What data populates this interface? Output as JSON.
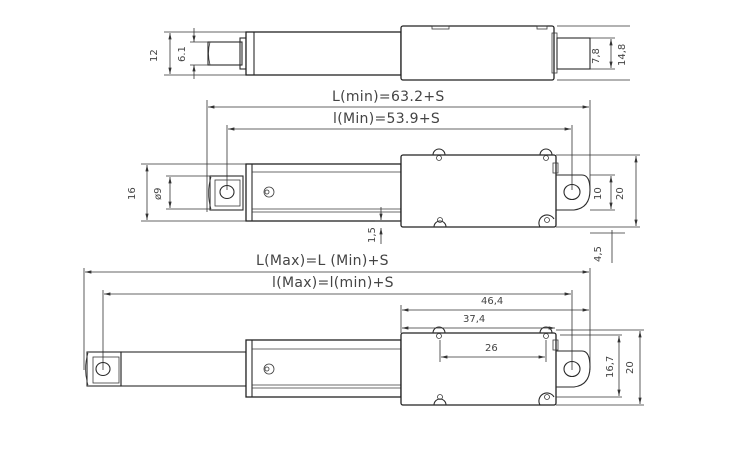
{
  "drawing": {
    "subject": "Micro linear actuator dimension drawing",
    "views": [
      {
        "id": "top-view",
        "dimensions": {
          "overall_height": "12",
          "rod_diameter": "6.1",
          "rear_height": "7,8",
          "body_width": "14,8"
        }
      },
      {
        "id": "retracted-side-view",
        "dimensions": {
          "L_min": "L(min)=63.2+S",
          "l_min": "l(Min)=53.9+S",
          "rod_end_height": "16",
          "rod_eye_diameter": "ø9",
          "rear_eye_height": "10",
          "body_height": "20",
          "offset_1_5": "1,5",
          "offset_4_5": "4,5"
        }
      },
      {
        "id": "extended-side-view",
        "dimensions": {
          "L_max": "L(Max)=L (Min)+S",
          "l_max": "l(Max)=l(min)+S",
          "dim_46_4": "46,4",
          "dim_37_4": "37,4",
          "dim_26": "26",
          "dim_16_7": "16,7",
          "body_height": "20"
        }
      }
    ]
  },
  "colors": {
    "line": "#2a2a2a",
    "text": "#444444",
    "background": "#ffffff"
  }
}
